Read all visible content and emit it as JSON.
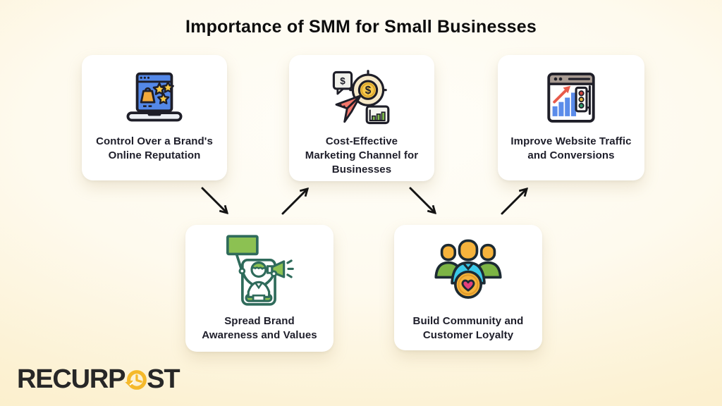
{
  "title": "Importance of SMM for Small Businesses",
  "cards": [
    {
      "id": "reputation",
      "label": "Control Over a Brand's\nOnline Reputation",
      "icon": "laptop-reviews-icon"
    },
    {
      "id": "cost-effective",
      "label": "Cost-Effective\nMarketing Channel for\nBusinesses",
      "icon": "target-dollar-icon"
    },
    {
      "id": "traffic",
      "label": "Improve Website Traffic\nand Conversions",
      "icon": "website-analytics-icon"
    },
    {
      "id": "awareness",
      "label": "Spread Brand\nAwareness and Values",
      "icon": "megaphone-person-icon"
    },
    {
      "id": "community",
      "label": "Build Community and\nCustomer Loyalty",
      "icon": "people-heart-icon"
    }
  ],
  "flow": [
    {
      "from": "reputation",
      "to": "awareness"
    },
    {
      "from": "awareness",
      "to": "cost-effective"
    },
    {
      "from": "cost-effective",
      "to": "community"
    },
    {
      "from": "community",
      "to": "traffic"
    }
  ],
  "icons": {
    "dollar_glyph": "$"
  },
  "logo": {
    "prefix": "RECURP",
    "suffix": "ST",
    "o_icon": "clock-history-icon"
  },
  "colors": {
    "bg-center": "#FFFEF9",
    "bg-mid": "#FEFAEE",
    "bg-edge": "#FCF1D2",
    "bg-corner": "#FAEDC6",
    "card-bg": "#FFFFFF",
    "text-dark": "#1E1E2A",
    "title-color": "#0D0D0D",
    "arrow-color": "#141414",
    "logo-color": "#272727",
    "logo-yellow": "#F5B92B",
    "accent-blue": "#5488E8",
    "accent-yellow": "#F6B33C",
    "accent-green": "#7CB445",
    "accent-cyan": "#3BC8E8",
    "accent-salmon": "#F2766B",
    "accent-pink": "#E5407B",
    "accent-teal-outline": "#2F6B5B",
    "accent-cream": "#F6E9C9",
    "accent-taupe": "#A89B93"
  }
}
